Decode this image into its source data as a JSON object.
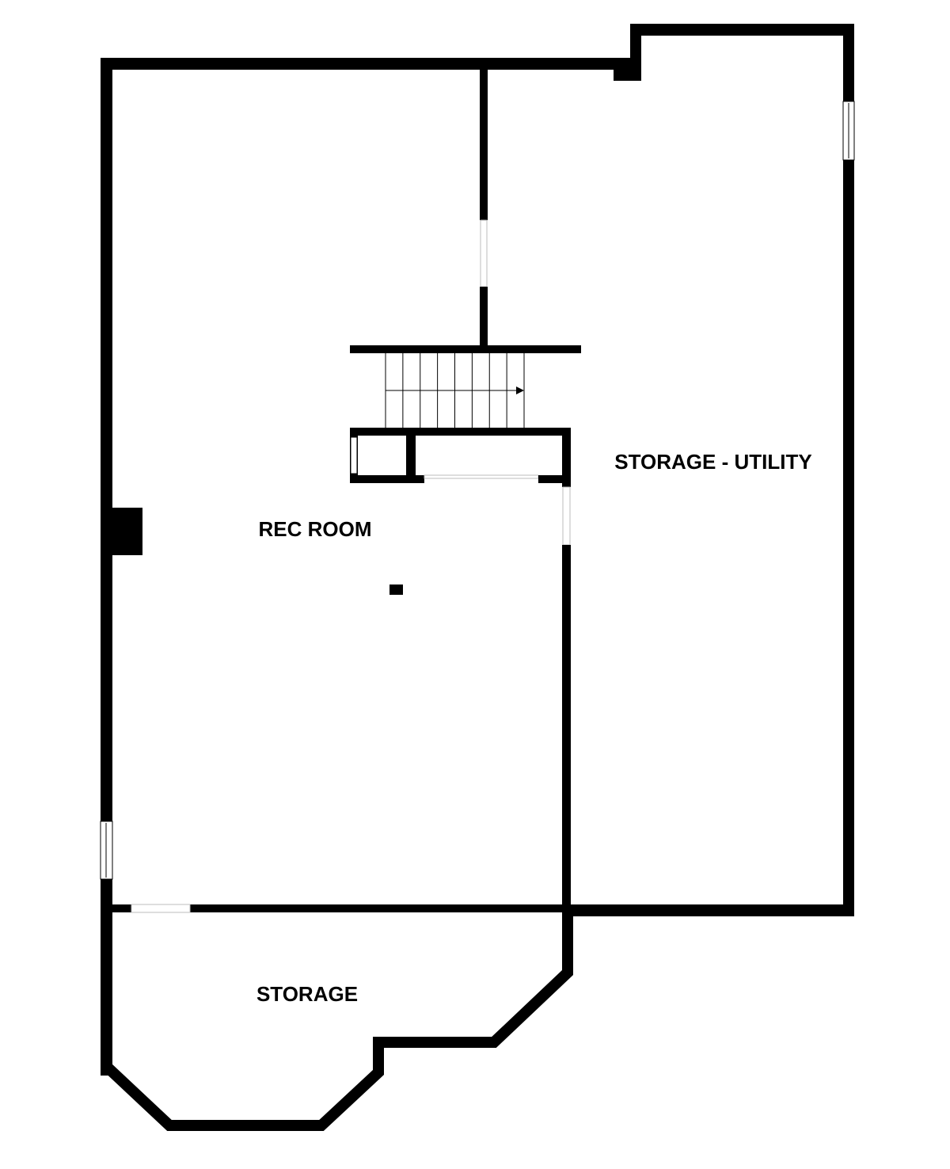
{
  "floorplan": {
    "rooms": [
      {
        "key": "rec_room",
        "label": "REC ROOM"
      },
      {
        "key": "storage_utility",
        "label": "STORAGE - UTILITY"
      },
      {
        "key": "storage",
        "label": "STORAGE"
      }
    ],
    "colors": {
      "wall": "#000000",
      "background": "#ffffff"
    },
    "stairs": {
      "steps": 8,
      "direction": "right"
    }
  }
}
